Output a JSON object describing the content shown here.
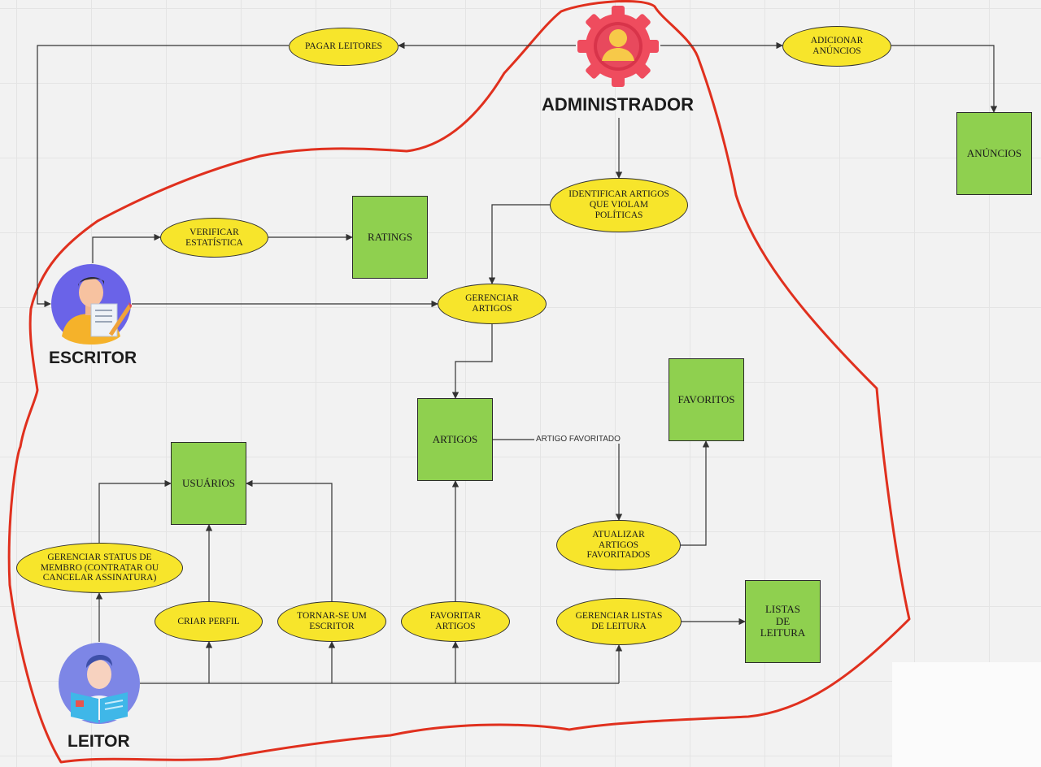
{
  "actors": {
    "administrador": "ADMINISTRADOR",
    "escritor": "ESCRITOR",
    "leitor": "LEITOR"
  },
  "use_cases": {
    "pagar_leitores": "PAGAR LEITORES",
    "adicionar_anuncios": "ADICIONAR ANÚNCIOS",
    "identificar_artigos": "IDENTIFICAR ARTIGOS QUE VIOLAM POLÍTICAS",
    "verificar_estatistica": "VERIFICAR ESTATÍSTICA",
    "gerenciar_artigos": "GERENCIAR ARTIGOS",
    "atualizar_favoritados": "ATUALIZAR ARTIGOS FAVORITADOS",
    "gerenciar_status": "GERENCIAR STATUS DE MEMBRO (CONTRATAR OU CANCELAR ASSINATURA)",
    "criar_perfil": "CRIAR PERFIL",
    "tornar_escritor": "TORNAR-SE UM ESCRITOR",
    "favoritar_artigos": "FAVORITAR ARTIGOS",
    "gerenciar_listas": "GERENCIAR LISTAS DE LEITURA"
  },
  "entities": {
    "anuncios": "ANÚNCIOS",
    "ratings": "RATINGS",
    "artigos": "ARTIGOS",
    "favoritos": "FAVORITOS",
    "usuarios": "USUÁRIOS",
    "listas_de_leitura": "LISTAS DE LEITURA"
  },
  "edge_labels": {
    "artigo_favoritado": "ARTIGO FAVORITADO"
  },
  "colors": {
    "use_case_fill": "#f7e52b",
    "entity_fill": "#8fd04f",
    "boundary_stroke": "#e0301e",
    "connector": "#333333"
  }
}
